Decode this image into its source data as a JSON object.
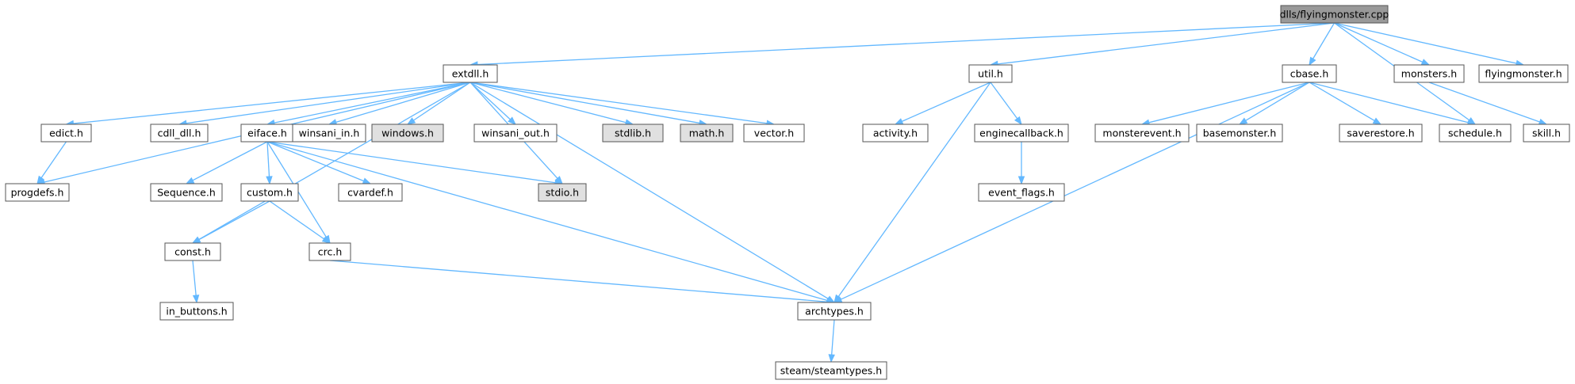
{
  "colors": {
    "edge": "#63b8ff",
    "node_fill": "#ffffff",
    "node_border": "#555555",
    "root_fill": "#999999",
    "system_fill": "#e0e0e0",
    "system_border": "#999999"
  },
  "nodes": [
    {
      "id": "root",
      "label": "dlls/flyingmonster.cpp",
      "style": "root"
    },
    {
      "id": "extdll",
      "label": "extdll.h",
      "style": "normal"
    },
    {
      "id": "util",
      "label": "util.h",
      "style": "normal"
    },
    {
      "id": "cbase",
      "label": "cbase.h",
      "style": "normal"
    },
    {
      "id": "monsters",
      "label": "monsters.h",
      "style": "normal"
    },
    {
      "id": "flyingmonster",
      "label": "flyingmonster.h",
      "style": "normal"
    },
    {
      "id": "edict",
      "label": "edict.h",
      "style": "normal"
    },
    {
      "id": "cdll_dll",
      "label": "cdll_dll.h",
      "style": "normal"
    },
    {
      "id": "eiface",
      "label": "eiface.h",
      "style": "normal"
    },
    {
      "id": "winsani_in",
      "label": "winsani_in.h",
      "style": "normal"
    },
    {
      "id": "windows",
      "label": "windows.h",
      "style": "system"
    },
    {
      "id": "winsani_out",
      "label": "winsani_out.h",
      "style": "normal"
    },
    {
      "id": "stdlib",
      "label": "stdlib.h",
      "style": "system"
    },
    {
      "id": "math",
      "label": "math.h",
      "style": "system"
    },
    {
      "id": "vector",
      "label": "vector.h",
      "style": "normal"
    },
    {
      "id": "activity",
      "label": "activity.h",
      "style": "normal"
    },
    {
      "id": "enginecallback",
      "label": "enginecallback.h",
      "style": "normal"
    },
    {
      "id": "monsterevent",
      "label": "monsterevent.h",
      "style": "normal"
    },
    {
      "id": "basemonster",
      "label": "basemonster.h",
      "style": "normal"
    },
    {
      "id": "saverestore",
      "label": "saverestore.h",
      "style": "normal"
    },
    {
      "id": "schedule",
      "label": "schedule.h",
      "style": "normal"
    },
    {
      "id": "skill",
      "label": "skill.h",
      "style": "normal"
    },
    {
      "id": "progdefs",
      "label": "progdefs.h",
      "style": "normal"
    },
    {
      "id": "sequence",
      "label": "Sequence.h",
      "style": "normal"
    },
    {
      "id": "custom",
      "label": "custom.h",
      "style": "normal"
    },
    {
      "id": "cvardef",
      "label": "cvardef.h",
      "style": "normal"
    },
    {
      "id": "stdio",
      "label": "stdio.h",
      "style": "system"
    },
    {
      "id": "event_flags",
      "label": "event_flags.h",
      "style": "normal"
    },
    {
      "id": "const",
      "label": "const.h",
      "style": "normal"
    },
    {
      "id": "crc",
      "label": "crc.h",
      "style": "normal"
    },
    {
      "id": "in_buttons",
      "label": "in_buttons.h",
      "style": "normal"
    },
    {
      "id": "archtypes",
      "label": "archtypes.h",
      "style": "normal"
    },
    {
      "id": "steamtypes",
      "label": "steam/steamtypes.h",
      "style": "normal"
    }
  ],
  "edges": [
    {
      "from": "root",
      "to": "extdll"
    },
    {
      "from": "root",
      "to": "util"
    },
    {
      "from": "root",
      "to": "cbase"
    },
    {
      "from": "root",
      "to": "monsters"
    },
    {
      "from": "root",
      "to": "flyingmonster"
    },
    {
      "from": "root",
      "to": "schedule"
    },
    {
      "from": "extdll",
      "to": "progdefs"
    },
    {
      "from": "extdll",
      "to": "edict"
    },
    {
      "from": "extdll",
      "to": "cdll_dll"
    },
    {
      "from": "extdll",
      "to": "eiface"
    },
    {
      "from": "extdll",
      "to": "winsani_in"
    },
    {
      "from": "extdll",
      "to": "windows"
    },
    {
      "from": "extdll",
      "to": "winsani_out"
    },
    {
      "from": "extdll",
      "to": "stdio"
    },
    {
      "from": "extdll",
      "to": "stdlib"
    },
    {
      "from": "extdll",
      "to": "math"
    },
    {
      "from": "extdll",
      "to": "vector"
    },
    {
      "from": "extdll",
      "to": "const"
    },
    {
      "from": "extdll",
      "to": "archtypes"
    },
    {
      "from": "edict",
      "to": "progdefs"
    },
    {
      "from": "eiface",
      "to": "sequence"
    },
    {
      "from": "eiface",
      "to": "custom"
    },
    {
      "from": "eiface",
      "to": "cvardef"
    },
    {
      "from": "eiface",
      "to": "stdio"
    },
    {
      "from": "eiface",
      "to": "crc"
    },
    {
      "from": "eiface",
      "to": "archtypes"
    },
    {
      "from": "custom",
      "to": "const"
    },
    {
      "from": "custom",
      "to": "crc"
    },
    {
      "from": "const",
      "to": "in_buttons"
    },
    {
      "from": "crc",
      "to": "archtypes"
    },
    {
      "from": "util",
      "to": "activity"
    },
    {
      "from": "util",
      "to": "enginecallback"
    },
    {
      "from": "util",
      "to": "archtypes"
    },
    {
      "from": "enginecallback",
      "to": "event_flags"
    },
    {
      "from": "cbase",
      "to": "monsterevent"
    },
    {
      "from": "cbase",
      "to": "basemonster"
    },
    {
      "from": "cbase",
      "to": "saverestore"
    },
    {
      "from": "cbase",
      "to": "schedule"
    },
    {
      "from": "cbase",
      "to": "archtypes"
    },
    {
      "from": "monsters",
      "to": "skill"
    },
    {
      "from": "archtypes",
      "to": "steamtypes"
    }
  ]
}
